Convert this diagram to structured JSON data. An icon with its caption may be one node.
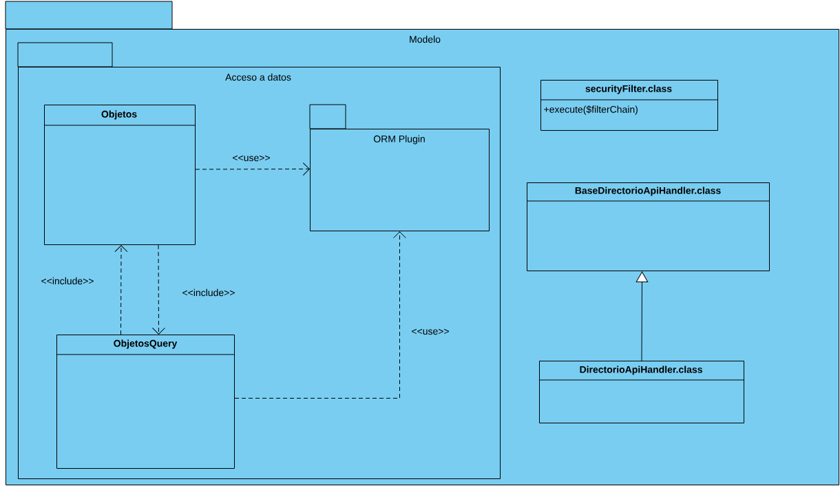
{
  "diagram": {
    "nodes": [
      {
        "text": [
          "Modelo"
        ]
      },
      {
        "text": [
          "Acceso a datos"
        ],
        "in": 0
      },
      {
        "text": [
          "Objetos"
        ],
        "in": 1
      },
      {
        "text": [
          "ORM Plugin"
        ],
        "in": 1
      },
      {
        "text": [
          "ObjetosQuery"
        ],
        "in": 1
      },
      {
        "text": [
          "securityFilter.class",
          "+execute($filterChain)"
        ],
        "in": 0
      },
      {
        "text": [
          "BaseDirectorioApiHandler.class"
        ],
        "in": 0
      },
      {
        "text": [
          "DirectorioApiHandler.class"
        ],
        "in": 0
      }
    ],
    "edges": [
      {
        "from": 2,
        "to": 3,
        "arrow": "to",
        "label": "<<use>>",
        "style": "dashed"
      },
      {
        "from": 4,
        "to": 2,
        "arrow": "to",
        "label": "<<include>>",
        "style": "dashed"
      },
      {
        "from": 2,
        "to": 4,
        "arrow": "to",
        "label": "<<include>>",
        "style": "dashed"
      },
      {
        "from": 4,
        "to": 3,
        "arrow": "to",
        "label": "<<use>>",
        "style": "dashed"
      },
      {
        "from": 7,
        "to": 6,
        "arrow": "to"
      }
    ]
  }
}
